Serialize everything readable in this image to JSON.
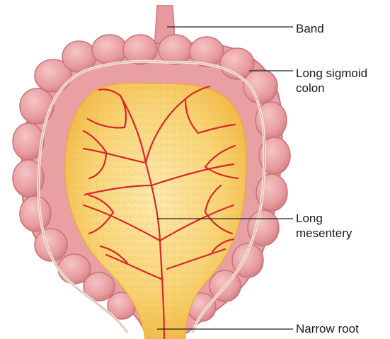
{
  "labels": {
    "band": "Band",
    "colon": [
      "Long sigmoid",
      "colon"
    ],
    "mesentery": [
      "Long",
      "mesentery"
    ],
    "root": "Narrow root"
  },
  "colors": {
    "colon_fill": "#e9a0a3",
    "colon_shadow": "#d07a80",
    "colon_stripe": "#f3e6da",
    "mesentery_fill": "#f7c95a",
    "mesentery_light": "#fbe49a",
    "vessel": "#d8262c",
    "leader": "#222222"
  }
}
